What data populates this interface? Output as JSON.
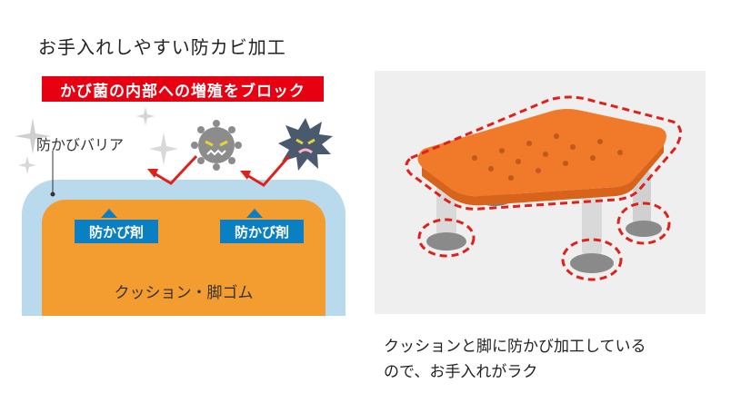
{
  "title": "お手入れしやすい防カビ加工",
  "banner": "かび菌の内部への増殖をブロック",
  "barrier_label": "防かびバリア",
  "agent_label": "防かび剤",
  "cushion_label": "クッション・脚ゴム",
  "caption_line1": "クッションと脚に防かび加工している",
  "caption_line2": "ので、お手入れがラク",
  "colors": {
    "banner_red": "#e60012",
    "barrier_blue": "#b9d9ec",
    "cushion_orange": "#f39c2f",
    "agent_blue": "#0a7fc4",
    "stool_orange": "#f07a2a",
    "dashed_red": "#e0201a"
  }
}
